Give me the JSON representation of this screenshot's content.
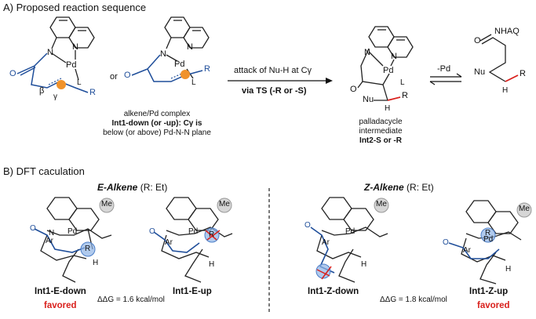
{
  "sectionA": {
    "title": "A) Proposed reaction sequence",
    "or_label": "or",
    "complex_caption_line1": "alkene/Pd complex",
    "complex_caption_line2": "Int1-down (or -up): Cγ is",
    "complex_caption_line3": "below (or above) Pd-N-N plane",
    "arrow_top": "attack of Nu-H at Cγ",
    "arrow_bottom": "via TS (-R or -S)",
    "pallada_line1": "palladacycle",
    "pallada_line2": "intermediate",
    "pallada_line3": "Int2-S or -R",
    "minus_pd": "-Pd",
    "atoms": {
      "N": "N",
      "Pd": "Pd",
      "L": "L",
      "O": "O",
      "R": "R",
      "Nu": "Nu",
      "H": "H",
      "beta": "β",
      "gamma": "γ",
      "nhaq": "NHAQ"
    }
  },
  "sectionB": {
    "title": "B) DFT caculation",
    "e_header": "E-Alkene",
    "e_header_r": "(R: Et)",
    "z_header": "Z-Alkene",
    "z_header_r": "(R: Et)",
    "labels": [
      "Int1-E-down",
      "Int1-E-up",
      "Int1-Z-down",
      "Int1-Z-up"
    ],
    "favored": "favored",
    "ddg_e": "ΔΔG = 1.6 kcal/mol",
    "ddg_z": "ΔΔG = 1.8 kcal/mol",
    "atoms": {
      "Me": "Me",
      "N": "N",
      "Pd": "Pd",
      "Ar": "Ar",
      "O": "O",
      "H": "H",
      "R": "R"
    }
  },
  "colors": {
    "blue_chain": "#1f4e9a",
    "orange_dot": "#f0922b",
    "highlight": "#8fb4e6",
    "favored": "#d9201c"
  }
}
